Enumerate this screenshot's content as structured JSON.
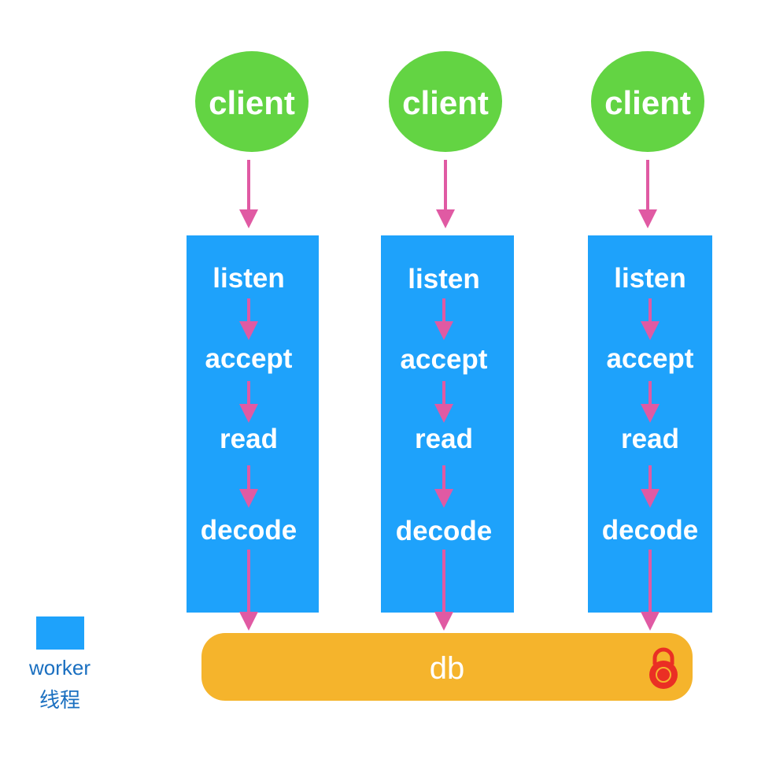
{
  "clients": [
    {
      "label": "client"
    },
    {
      "label": "client"
    },
    {
      "label": "client"
    }
  ],
  "workers": [
    {
      "steps": [
        "listen",
        "accept",
        "read",
        "decode"
      ]
    },
    {
      "steps": [
        "listen",
        "accept",
        "read",
        "decode"
      ]
    },
    {
      "steps": [
        "listen",
        "accept",
        "read",
        "decode"
      ]
    }
  ],
  "db": {
    "label": "db",
    "icon": "lock-icon"
  },
  "legend": {
    "label": "worker",
    "sublabel": "线程"
  },
  "colors": {
    "client": "#63d443",
    "worker": "#1ea2fb",
    "db": "#f5b42c",
    "arrow": "#e05aa3",
    "lock": "#ea2f24",
    "legend_text": "#1a6fc0"
  }
}
